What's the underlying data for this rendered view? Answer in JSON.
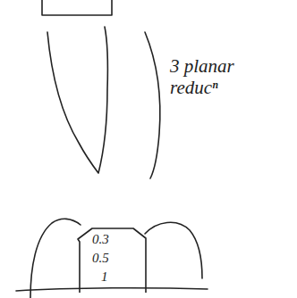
{
  "diagram": {
    "nodes": [
      {
        "text": [
          "0.3",
          "0.5",
          "1"
        ]
      }
    ],
    "labels": [
      "3 planar reducⁿ"
    ]
  }
}
